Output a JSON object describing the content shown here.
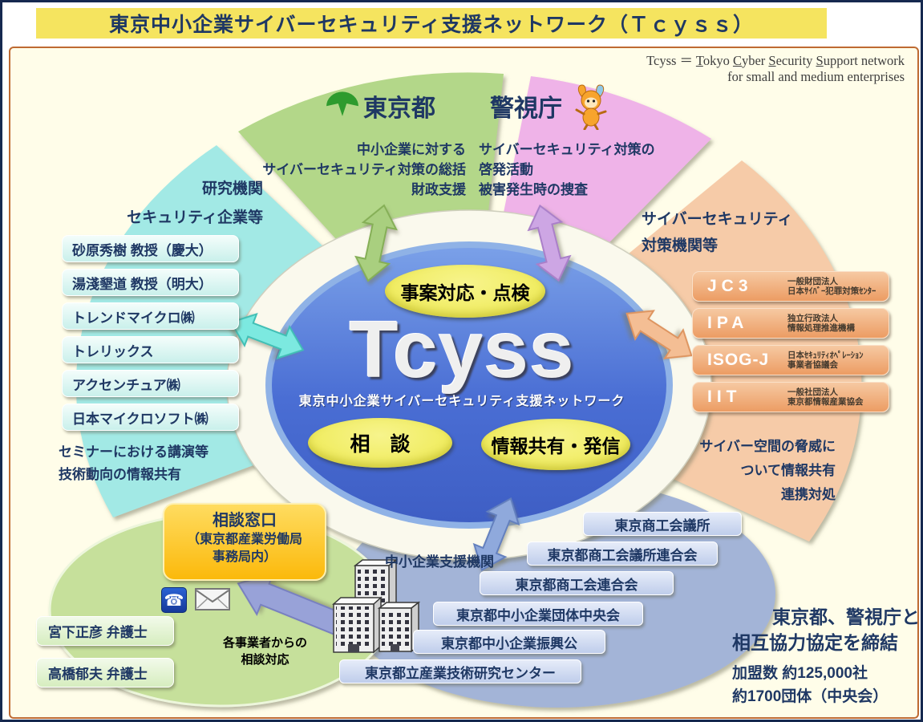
{
  "title": "東京中小企業サイバーセキュリティ支援ネットワーク（Ｔｃｙｓｓ）",
  "english_note": {
    "parts": [
      {
        "t": "Tcyss ＝ "
      },
      {
        "t": "T",
        "u": 1
      },
      {
        "t": "okyo "
      },
      {
        "t": "C",
        "u": 1
      },
      {
        "t": "yber "
      },
      {
        "t": "S",
        "u": 1
      },
      {
        "t": "ecurity "
      },
      {
        "t": "S",
        "u": 1
      },
      {
        "t": "upport network"
      }
    ],
    "line2": "for small and medium enterprises"
  },
  "tokyo": {
    "label": "東京都",
    "icon": "tokyo-ginkgo-emblem",
    "lines": [
      "中小企業に対する",
      "サイバーセキュリティ対策の総括",
      "財政支援"
    ]
  },
  "mpd": {
    "label": "警視庁",
    "icon": "pipo-kun-mascot",
    "lines": [
      "サイバーセキュリティ対策の",
      "啓発活動",
      "被害発生時の捜査"
    ]
  },
  "cyber_orgs": {
    "heading_lines": [
      "サイバーセキュリティ",
      "対策機関等"
    ],
    "items": [
      {
        "abbr": "JC3",
        "desc": [
          "一般財団法人",
          "日本ｻｲﾊﾞｰ犯罪対策ｾﾝﾀｰ"
        ]
      },
      {
        "abbr": "IPA",
        "desc": [
          "独立行政法人",
          "情報処理推進機構"
        ]
      },
      {
        "abbr": "ISOG-J",
        "desc": [
          "日本ｾｷｭﾘﾃｨｵﾍﾟﾚｰｼｮﾝ",
          "事業者協議会"
        ]
      },
      {
        "abbr": "IIT",
        "desc": [
          "一般社団法人",
          "東京都情報産業協会"
        ]
      }
    ],
    "footer_lines": [
      "サイバー空間の脅威に",
      "ついて情報共有",
      "連携対処"
    ]
  },
  "research": {
    "heading_lines": [
      "研究機関",
      "セキュリティ企業等"
    ],
    "items": [
      "砂原秀樹 教授（慶大）",
      "湯淺墾道 教授（明大）",
      "トレンドマイクロ㈱",
      "トレリックス",
      "アクセンチュア㈱",
      "日本マイクロソフト㈱"
    ],
    "footer_lines": [
      "セミナーにおける講演等",
      "技術動向の情報共有"
    ]
  },
  "center": {
    "name": "Tcyss",
    "subtitle": "東京中小企業サイバーセキュリティ支援ネットワーク",
    "bubbles": [
      "事案対応・点検",
      "相　談",
      "情報共有・発信"
    ]
  },
  "support": {
    "heading": "中小企業支援機関",
    "icon": "office-buildings",
    "items": [
      "東京商工会議所",
      "東京都商工会議所連合会",
      "東京都商工会連合会",
      "東京都中小企業団体中央会",
      "東京都中小企業振興公",
      "東京都立産業技術研究センター"
    ]
  },
  "consult": {
    "window_lines": [
      "相談窓口",
      "（東京都産業労働局",
      "事務局内）"
    ],
    "icons": [
      "phone-icon",
      "mail-icon"
    ],
    "phone_glyph": "☎",
    "note_lines": [
      "各事業者からの",
      "相談対応"
    ],
    "lawyers": [
      "宮下正彦 弁護士",
      "高橋郁夫 弁護士"
    ]
  },
  "footer_note": {
    "lines": [
      "東京都、警視庁と",
      "相互協力協定を締結",
      "加盟数 約125,000社",
      "約1700団体（中央会）"
    ]
  },
  "colors": {
    "navy": "#1F3864",
    "title_bg": "#F5E45F",
    "panel_bg": "#FFFDE9",
    "panel_border": "#BE6A32",
    "tokyo_green": "#B3D789",
    "mpd_pink": "#EFB3E8",
    "cyber_peach": "#F6CBA8",
    "research_cyan": "#A2E9E5",
    "support_gray": "#A3B4D7",
    "consult_green": "#C6E09B",
    "center_blue": "#4E73D6",
    "bubble_yellow": "#F2EF6E",
    "gold": "#FFC311"
  }
}
